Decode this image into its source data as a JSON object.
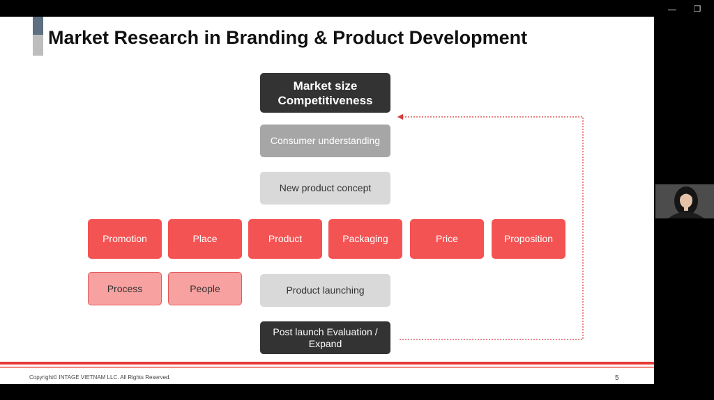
{
  "window": {
    "minimize_glyph": "—",
    "restore_glyph": "❐"
  },
  "slide": {
    "title": "Market Research in Branding & Product Development",
    "market_size_line1": "Market size",
    "market_size_line2": "Competitiveness",
    "consumer_understanding": "Consumer understanding",
    "new_product_concept": "New product concept",
    "mix": [
      "Promotion",
      "Place",
      "Product",
      "Packaging",
      "Price",
      "Proposition"
    ],
    "extra": [
      "Process",
      "People"
    ],
    "product_launching": "Product launching",
    "post_launch_line1": "Post launch Evaluation /",
    "post_launch_line2": "Expand",
    "copyright": "Copyright© INTAGE VIETNAM LLC. All Rights Reserved.",
    "page_number": "5"
  },
  "colors": {
    "dark": "#333333",
    "red": "#f45353",
    "pink": "#f8a1a1",
    "light_gray": "#d9d9d9",
    "mid_gray": "#a6a6a6",
    "loop_arrow": "#d93b3b"
  },
  "icons": {
    "webcam": "person-video-thumbnail"
  }
}
